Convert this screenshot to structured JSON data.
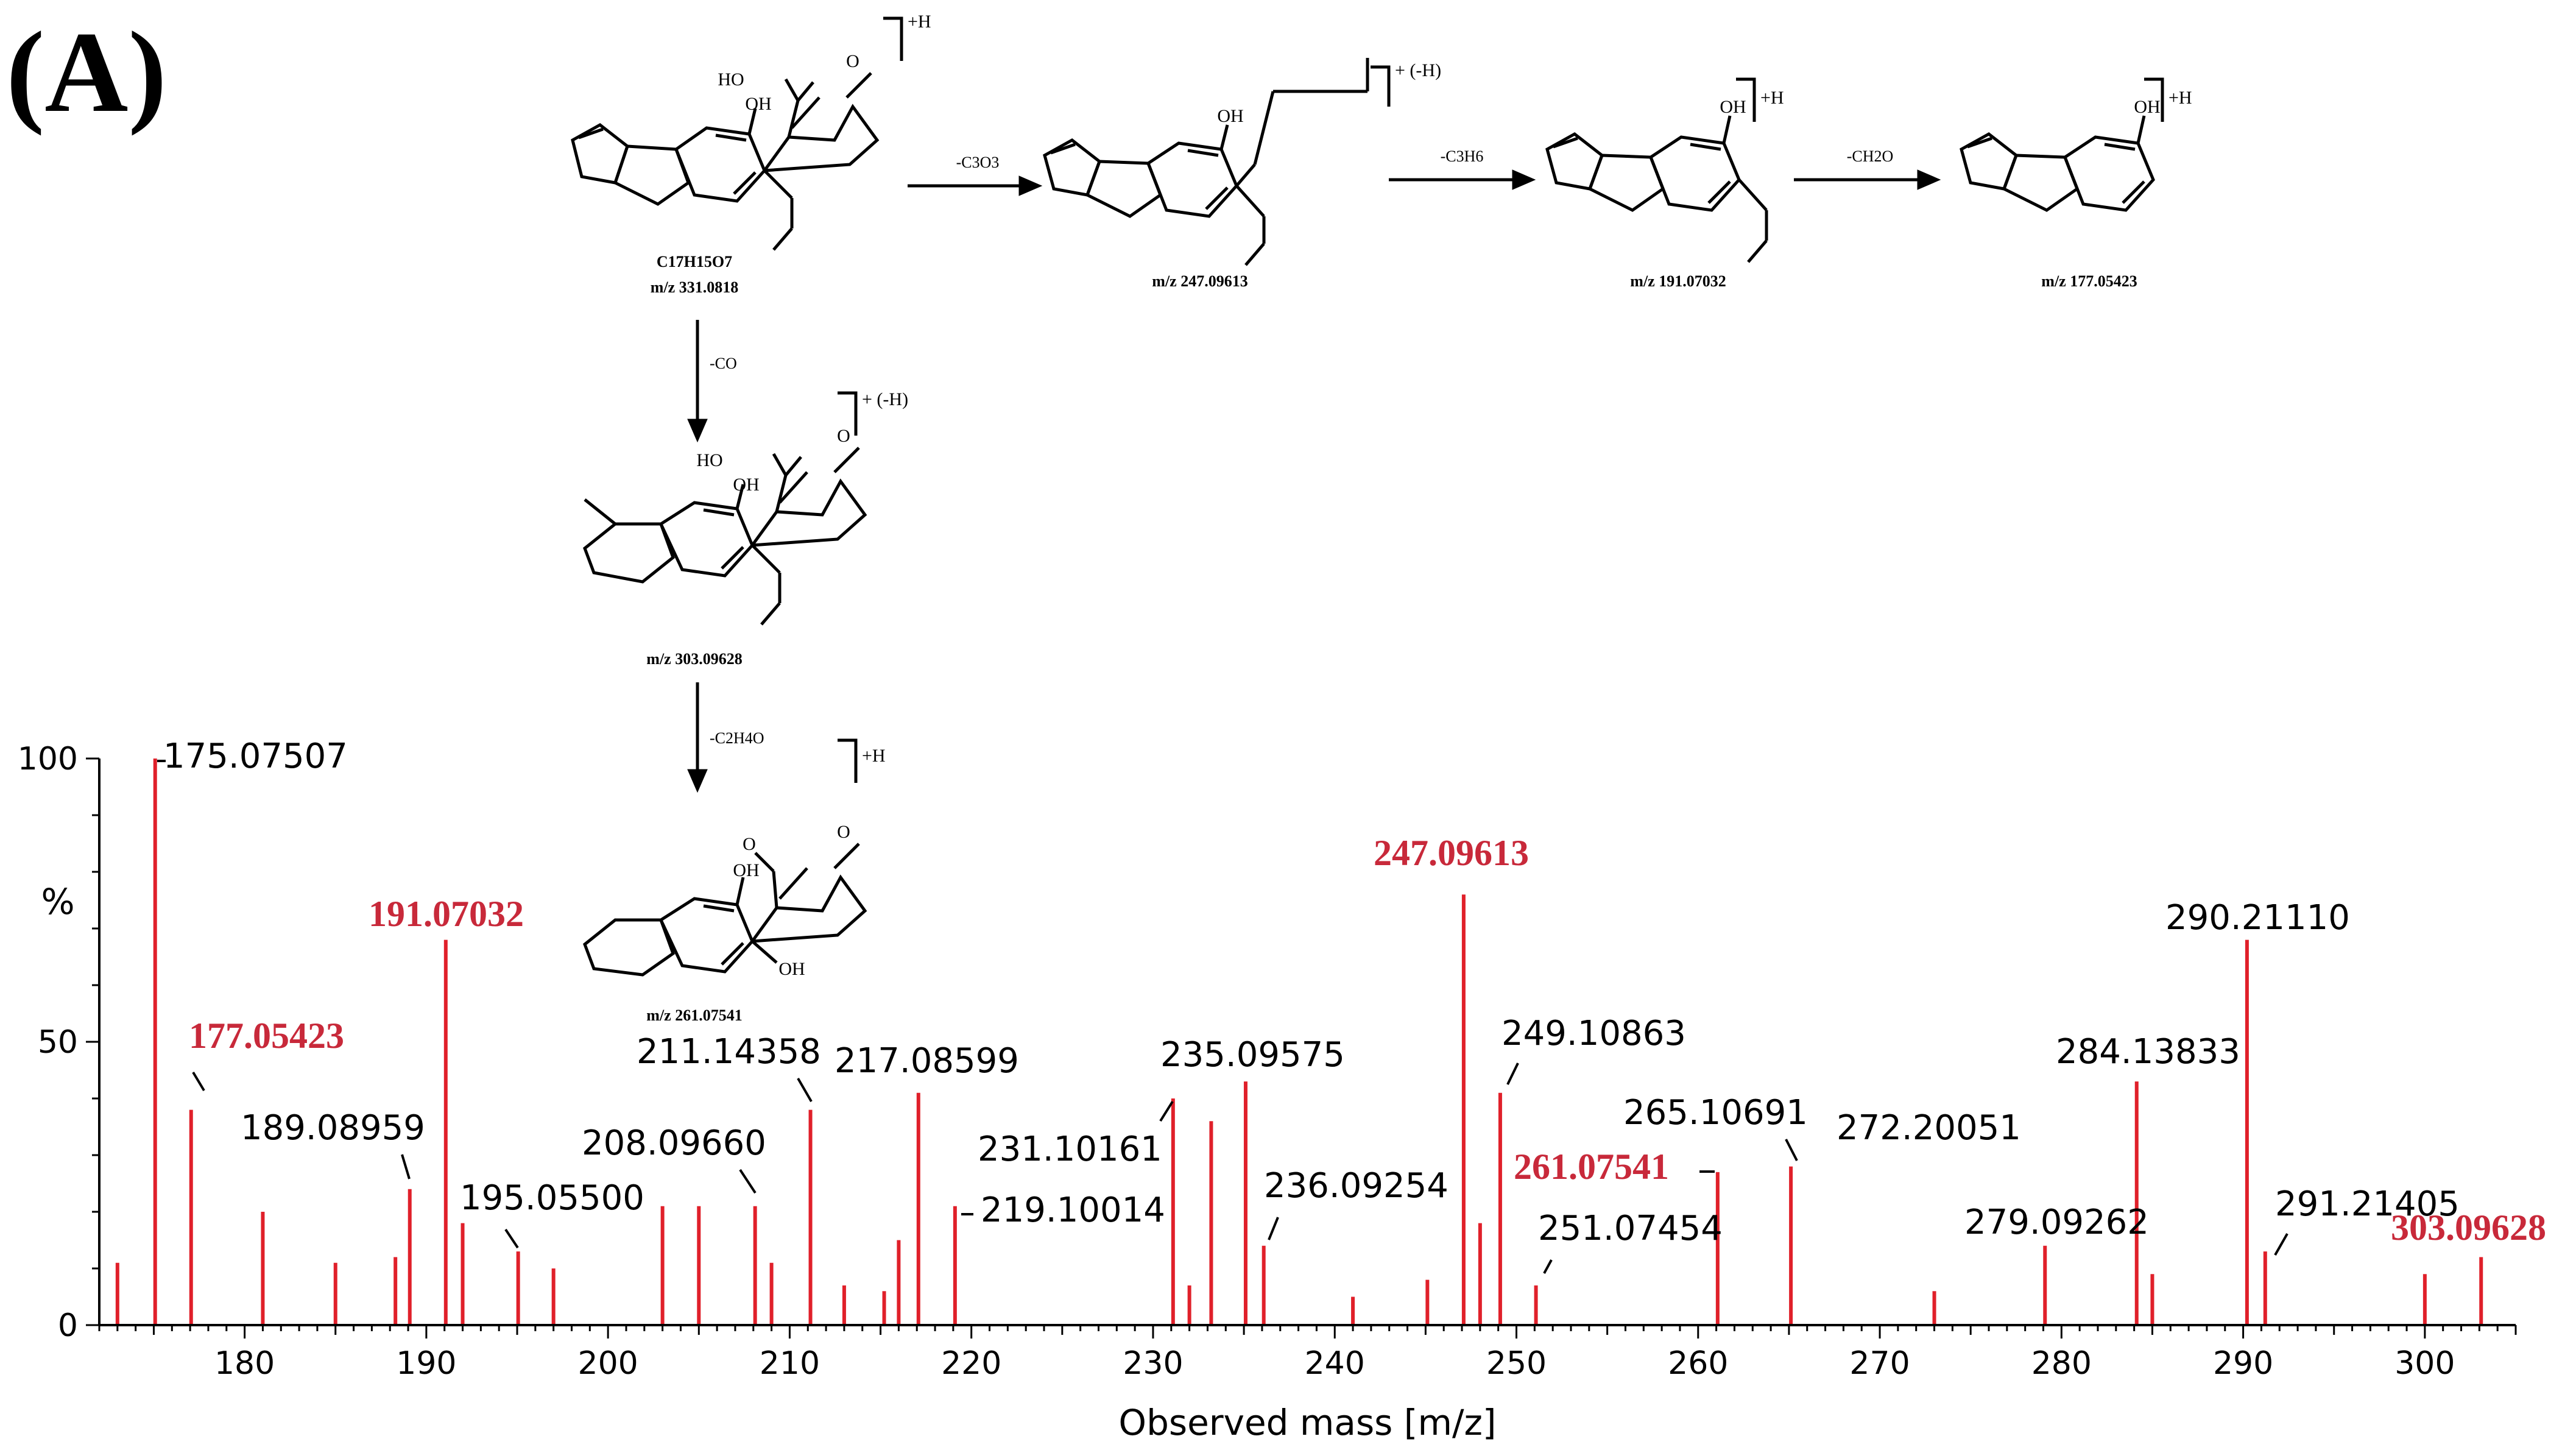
{
  "panel_label": "(A)",
  "colors": {
    "peak": "#e0202a",
    "highlight_label": "#c8293a",
    "axis": "#000000"
  },
  "scheme": {
    "precursor": {
      "formula": "C17H15O7",
      "mz": "m/z 331.0818",
      "charge": "+H"
    },
    "frag_247": {
      "mz": "m/z 247.09613",
      "charge": "+ (-H)",
      "loss": "-C3O3"
    },
    "frag_191": {
      "mz": "m/z 191.07032",
      "charge": "+H",
      "loss": "-C3H6"
    },
    "frag_177": {
      "mz": "m/z 177.05423",
      "charge": "+H",
      "loss": "-CH2O"
    },
    "frag_303": {
      "mz": "m/z 303.09628",
      "charge": "+ (-H)",
      "loss": "-CO"
    },
    "frag_261": {
      "mz": "m/z 261.07541",
      "charge": "+H",
      "loss": "-C2H4O"
    }
  },
  "chart_data": {
    "type": "bar",
    "xlabel": "Observed mass [m/z]",
    "ylabel": "%",
    "xlim": [
      172,
      305
    ],
    "ylim": [
      0,
      100
    ],
    "xticks": [
      180,
      190,
      200,
      210,
      220,
      230,
      240,
      250,
      260,
      270,
      280,
      290,
      300
    ],
    "yticks": [
      0,
      50,
      100
    ],
    "peaks": [
      {
        "mz": 173.0,
        "i": 11
      },
      {
        "mz": 175.07507,
        "i": 100,
        "label": "175.07507"
      },
      {
        "mz": 177.05423,
        "i": 38,
        "label": "177.05423",
        "highlight": true
      },
      {
        "mz": 181.0,
        "i": 20
      },
      {
        "mz": 185.0,
        "i": 11
      },
      {
        "mz": 188.3,
        "i": 12
      },
      {
        "mz": 189.08959,
        "i": 24,
        "label": "189.08959"
      },
      {
        "mz": 191.07032,
        "i": 68,
        "label": "191.07032",
        "highlight": true
      },
      {
        "mz": 192.0,
        "i": 18
      },
      {
        "mz": 195.055,
        "i": 13,
        "label": "195.05500"
      },
      {
        "mz": 197.0,
        "i": 10
      },
      {
        "mz": 203.0,
        "i": 21
      },
      {
        "mz": 205.0,
        "i": 21
      },
      {
        "mz": 208.0966,
        "i": 21,
        "label": "208.09660"
      },
      {
        "mz": 209.0,
        "i": 11
      },
      {
        "mz": 211.14358,
        "i": 38,
        "label": "211.14358"
      },
      {
        "mz": 213.0,
        "i": 7
      },
      {
        "mz": 215.2,
        "i": 6
      },
      {
        "mz": 216.0,
        "i": 15
      },
      {
        "mz": 217.08599,
        "i": 41,
        "label": "217.08599"
      },
      {
        "mz": 219.10014,
        "i": 21,
        "label": "219.10014"
      },
      {
        "mz": 231.10161,
        "i": 40,
        "label": "231.10161"
      },
      {
        "mz": 232.0,
        "i": 7
      },
      {
        "mz": 233.2,
        "i": 36
      },
      {
        "mz": 235.09575,
        "i": 43,
        "label": "235.09575"
      },
      {
        "mz": 236.09254,
        "i": 14,
        "label": "236.09254"
      },
      {
        "mz": 241.0,
        "i": 5
      },
      {
        "mz": 245.1,
        "i": 8
      },
      {
        "mz": 247.09613,
        "i": 76,
        "label": "247.09613",
        "highlight": true
      },
      {
        "mz": 248.0,
        "i": 18
      },
      {
        "mz": 249.10863,
        "i": 41,
        "label": "249.10863"
      },
      {
        "mz": 251.07454,
        "i": 7,
        "label": "251.07454"
      },
      {
        "mz": 261.07541,
        "i": 27,
        "label": "261.07541",
        "highlight": true
      },
      {
        "mz": 265.10691,
        "i": 28,
        "label": "265.10691"
      },
      {
        "mz": 272.20051,
        "label": "272.20051"
      },
      {
        "mz": 273.0,
        "i": 6
      },
      {
        "mz": 279.09262,
        "i": 14,
        "label": "279.09262"
      },
      {
        "mz": 284.13833,
        "i": 43,
        "label": "284.13833"
      },
      {
        "mz": 285.0,
        "i": 9
      },
      {
        "mz": 290.2111,
        "i": 68,
        "label": "290.21110"
      },
      {
        "mz": 291.21405,
        "i": 13,
        "label": "291.21405"
      },
      {
        "mz": 300.0,
        "i": 9
      },
      {
        "mz": 303.09628,
        "i": 12,
        "label": "303.09628",
        "highlight": true
      }
    ]
  }
}
